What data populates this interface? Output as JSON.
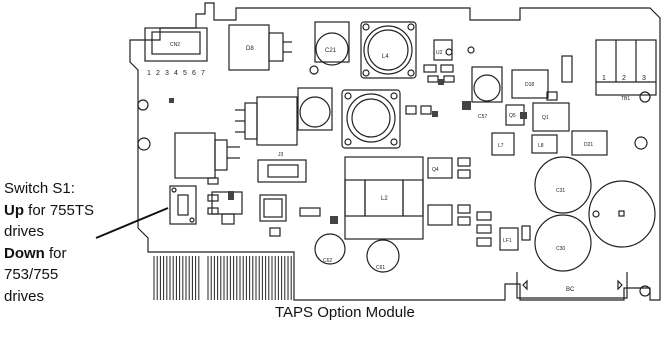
{
  "callout": {
    "line1": "Switch S1:",
    "line2_bold": "Up",
    "line2_rest": " for 755TS",
    "line3": "drives",
    "line4_bold": "Down",
    "line4_rest": " for",
    "line5": "753/755",
    "line6": "drives"
  },
  "caption": "TAPS Option Module",
  "connector_pins": [
    "1",
    "2",
    "3",
    "4",
    "5",
    "6",
    "7"
  ],
  "tb1_pins": [
    "1",
    "2",
    "3"
  ],
  "labels": {
    "tb1": "TB1",
    "d8": "D8",
    "c21": "C21",
    "l4": "L4",
    "u2": "U2",
    "c57": "C57",
    "d18": "D18",
    "q5": "Q5",
    "q1": "Q1",
    "l7": "L7",
    "l8": "L8",
    "d21": "D21",
    "j3": "J3",
    "l2": "L2",
    "q4": "Q4",
    "c31": "C31",
    "c30": "C30",
    "c62": "C62",
    "c61": "C61",
    "bc": "BC",
    "lf1": "LF1"
  },
  "colors": {
    "ink": "#222222",
    "board": "#ffffff",
    "fill_dark": "#444444",
    "fill_mid": "#bbbbbb"
  }
}
